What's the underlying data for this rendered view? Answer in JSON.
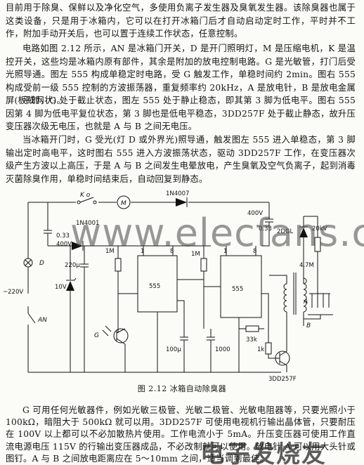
{
  "paragraphs": {
    "p1": "目前用于除臭、保鲜以及净化空气，多使用负离子发生器及臭氧发生器。该除臭器也属于这类设备，只是用于冰箱内，它可以在打开冰箱门后才自动启动定时工作，平时并不工作，附加手动开关后，也可以置于连续工作状态，任意控制。",
    "p2": "电路如图 2.12 所示，AN 是冰箱门开关，D 是开门照明灯，M 是压缩电机，K 是温控开关，这些均是冰箱内原有部件，其余是附加的放电控制电路。G 是光敏管，打门后受光照导通。图左 555 构成单稳定时电路，受 G 触发工作，单稳时间约 2min。图右 555 构成受前一级 555 控制的方波振荡器，重复频率约 20kHz，A 是放电针，B 是放电金属屏(板或网状)。",
    "p3": "平时，G 处于截止状态，图左 555 处于静止稳态，即其第 3 脚为低电平。图右 555 因第 4 脚为低电平复位状态，第 3 脚也是低电平稳态，3DD257F 处于截止静态，故升压变压器次级无电压，也就是 A 与 B 之间无电压。",
    "p4": "当冰箱开门时，G 受光(灯 D 或外界光)照导通，触发图左 555 进入单稳态，第 3 脚输出定时高电平，这时图右 555 进入方波振荡状态，驱动 3DD257F 工作，在变压器次级产生方波以上高压，于是 A 与 B 之间发生电晕放电，产生臭氧及空气负离子，起到消毒灭菌除臭作用，单稳时间结束后，自动回复到静态。",
    "p5": "G 可用任何光敏器件，例如光敏三极管、光敏二极管、光敏电阻器等，只要光照小于 100kΩ，暗阻大于 500kΩ 就可以用。3DD257F 可使用电视机行输出晶体管，只要耐压在 100V 以上都可以不必加散热片使用。工作电流小于 5mA。升压变压器可使用工作直流电源电压 115V 的行输出变压器成品，不必改制就可以使用。放电针 A 可以用大头针或图钉。A 与 B 之间放电距离应在 5～10mm 之间，适当调到最佳。"
  },
  "figure": {
    "caption": "图 2.12   冰箱自动除臭器",
    "labels": {
      "ko": "K  o",
      "motor": "M",
      "diode_top": "1N4007",
      "cap_left_a": "0.33",
      "cap_left_b": "400V",
      "diode_left": "1N4001",
      "lamp": "D",
      "mains": "~220V",
      "switch": "AN",
      "cap_220": "220μ",
      "zener": "10V",
      "r_1m_a": "1M",
      "r_1m_b": "1M",
      "pin1_a": "1",
      "pin8_a": "8",
      "pin1_b": "1",
      "pin8_b": "8",
      "chip_left": "555",
      "chip_right": "555",
      "cap_right_a": "400V",
      "cap_right_b": "0.33",
      "dgl": "2DGL",
      "hv": "20kV",
      "r_47m": "4.7M",
      "needle": "A",
      "plate": "B",
      "sensor": "G",
      "cap_100u": "100μ",
      "cap_1000": "1000",
      "r_33k": "33k",
      "r_1k": "1k",
      "transistor": "3DD257F"
    }
  },
  "watermarks": {
    "site": "www.elecfans.com",
    "brand": "电子发烧友"
  }
}
